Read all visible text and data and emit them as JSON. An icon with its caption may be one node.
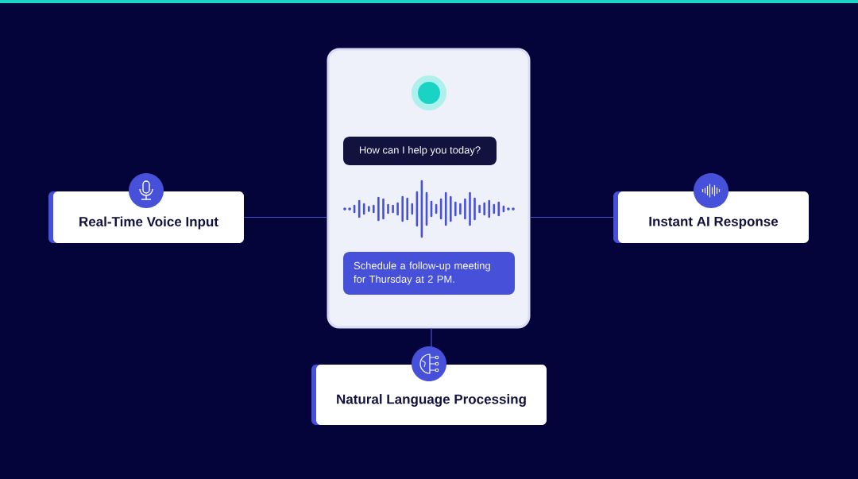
{
  "diagram": {
    "nodes": [
      {
        "text": [
          "Real-Time Voice Input"
        ]
      },
      {
        "text": [],
        "shape": "box"
      },
      {
        "text": [
          "How can I help you today?"
        ],
        "in": 1
      },
      {
        "text": [
          "Schedule a follow-up meeting for Thursday at 2 PM."
        ],
        "in": 1
      },
      {
        "text": [
          "Instant AI Response"
        ]
      },
      {
        "text": [
          "Natural Language Processing"
        ]
      }
    ],
    "edges": [
      {
        "from": 0,
        "to": 1,
        "arrow": "none"
      },
      {
        "from": 1,
        "to": 4,
        "arrow": "none"
      },
      {
        "from": 1,
        "to": 5,
        "arrow": "none"
      }
    ]
  }
}
